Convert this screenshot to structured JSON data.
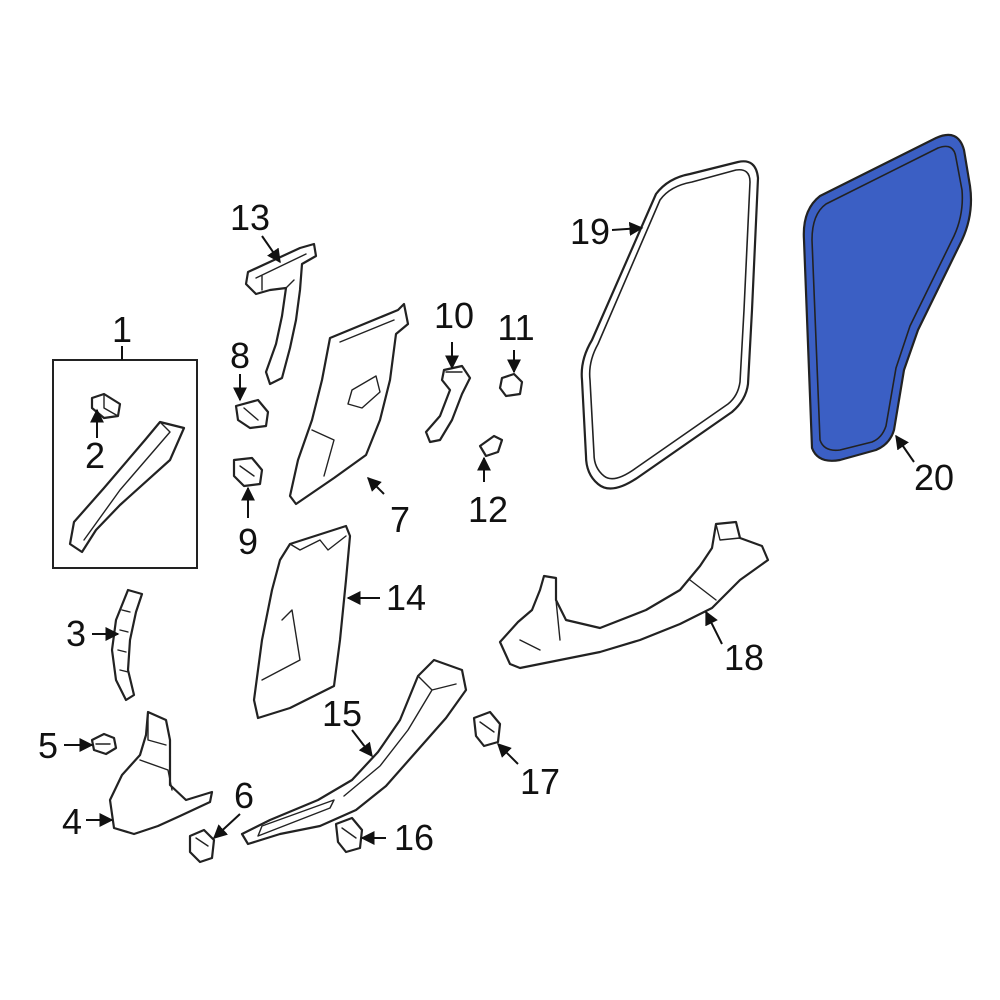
{
  "diagram": {
    "highlight_color": "#3b5fc4",
    "outline_color": "#222222",
    "callouts": [
      {
        "id": "1",
        "text": "1"
      },
      {
        "id": "2",
        "text": "2"
      },
      {
        "id": "3",
        "text": "3"
      },
      {
        "id": "4",
        "text": "4"
      },
      {
        "id": "5",
        "text": "5"
      },
      {
        "id": "6",
        "text": "6"
      },
      {
        "id": "7",
        "text": "7"
      },
      {
        "id": "8",
        "text": "8"
      },
      {
        "id": "9",
        "text": "9"
      },
      {
        "id": "10",
        "text": "10"
      },
      {
        "id": "11",
        "text": "11"
      },
      {
        "id": "12",
        "text": "12"
      },
      {
        "id": "13",
        "text": "13"
      },
      {
        "id": "14",
        "text": "14"
      },
      {
        "id": "15",
        "text": "15"
      },
      {
        "id": "16",
        "text": "16"
      },
      {
        "id": "17",
        "text": "17"
      },
      {
        "id": "18",
        "text": "18"
      },
      {
        "id": "19",
        "text": "19"
      },
      {
        "id": "20",
        "text": "20"
      }
    ]
  }
}
